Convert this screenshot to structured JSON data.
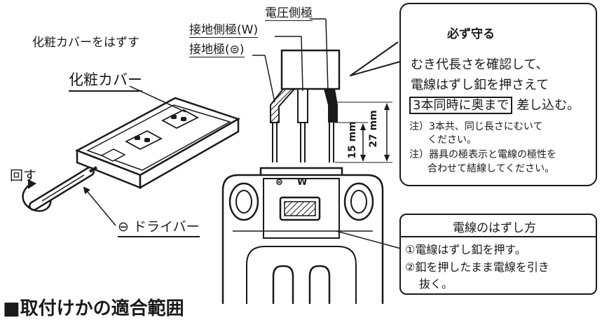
{
  "left": {
    "caption_remove_cover": "化粧カバーをはずす",
    "label_cover": "化粧カバー",
    "label_turn": "回す",
    "label_driver": "⊖ ドライバー"
  },
  "wire_labels": {
    "voltage_side": "電圧側極",
    "ground_side": "接地側極(W)",
    "ground_pole": "接地極(⊜)"
  },
  "dimensions": {
    "short": "15 mm",
    "long": "27 mm"
  },
  "outlet_marks": {
    "ground": "⊜",
    "w": "W"
  },
  "caution": {
    "title": "必ず守る",
    "line1": "むき代長さを確認して、",
    "line2": "電線はずし釦を押さえて",
    "line3_boxed": "3本同時に奥まで",
    "line3_rest": "差し込む。",
    "note1_a": "注）3本共、同じ長さにむいて",
    "note1_b": "ください。",
    "note2_a": "注）器具の極表示と電線の極性を",
    "note2_b": "合わせて結線してください。"
  },
  "removal": {
    "title": "電線のはずし方",
    "step1": "①電線はずし釦を押す。",
    "step2": "②釦を押したまま電線を引き",
    "step2_cont": "抜く。"
  },
  "section_heading": "■取付けかの適合範囲"
}
